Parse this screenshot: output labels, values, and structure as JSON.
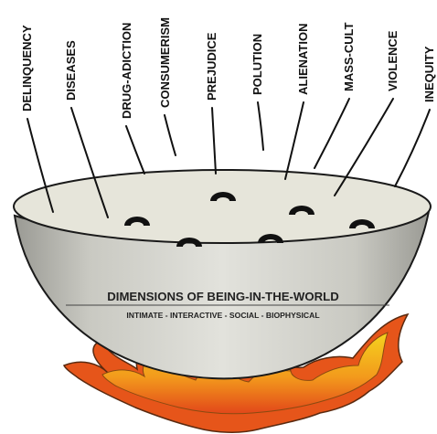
{
  "labels": [
    "DELINQUENCY",
    "DISEASES",
    "DRUG-ADICTION",
    "CONSUMERISM",
    "PREJUDICE",
    "POLUTION",
    "ALIENATION",
    "MASS-CULT",
    "VIOLENCE",
    "INEQUITY"
  ],
  "bowl": {
    "title": "DIMENSIONS OF BEING-IN-THE-WORLD",
    "subtitle": "INTIMATE - INTERACTIVE - SOCIAL - BIOPHYSICAL"
  },
  "colors": {
    "bowl_rim_fill": "#e6e5da",
    "bowl_body": "#d4d4cc",
    "flame_outer": "#e8581a",
    "flame_inner": "#f6c21e",
    "ink": "#111111"
  }
}
